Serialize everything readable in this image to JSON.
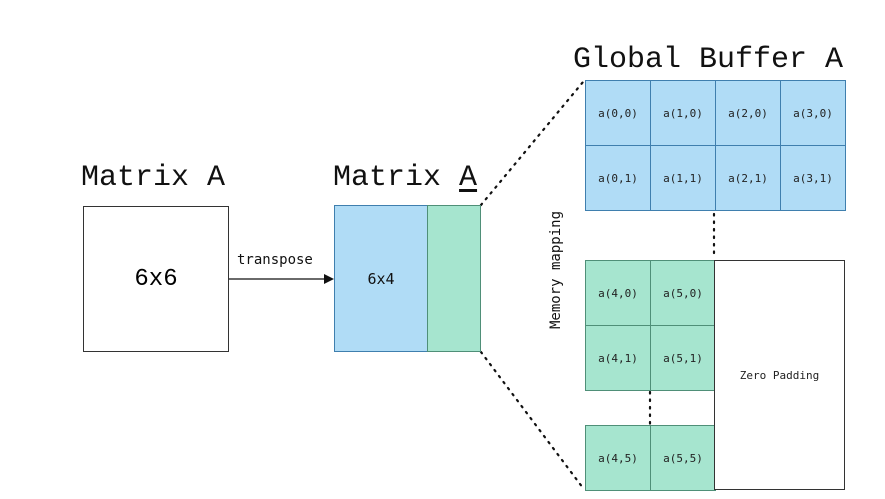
{
  "matrix_a": {
    "title": "Matrix A",
    "size_label": "6x6"
  },
  "transpose_label": "transpose",
  "matrix_at": {
    "title": "Matrix ",
    "title_suffix": "A",
    "size_label": "6x4"
  },
  "memory_mapping_label": "Memory mapping",
  "global_buffer": {
    "title": "Global Buffer A",
    "blue_rows": [
      [
        "a(0,0)",
        "a(1,0)",
        "a(2,0)",
        "a(3,0)"
      ],
      [
        "a(0,1)",
        "a(1,1)",
        "a(2,1)",
        "a(3,1)"
      ]
    ],
    "green_rows": [
      [
        "a(4,0)",
        "a(5,0)"
      ],
      [
        "a(4,1)",
        "a(5,1)"
      ]
    ],
    "green_last_row": [
      "a(4,5)",
      "a(5,5)"
    ],
    "zero_padding_label": "Zero Padding"
  },
  "colors": {
    "blue_fill": "#b0dcf6",
    "green_fill": "#a6e5cf",
    "outline": "#333333"
  }
}
